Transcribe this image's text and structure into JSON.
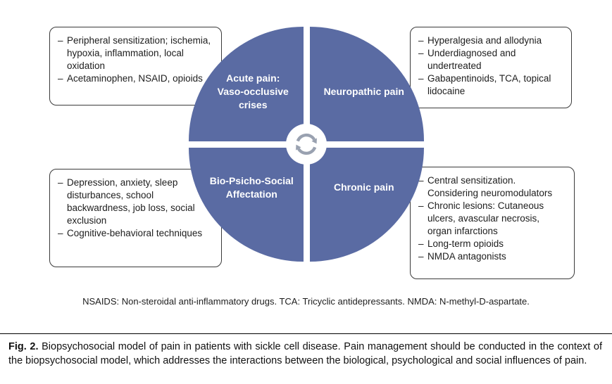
{
  "ui": {
    "dash": "–"
  },
  "colors": {
    "quadrant_blue": "#5a6ba3",
    "icon_gray": "#99a1b0"
  },
  "quadrants": {
    "acute": {
      "label": "Acute pain:\nVaso-occlusive\ncrises"
    },
    "neuropathic": {
      "label": "Neuropathic pain"
    },
    "biopsychosocial": {
      "label": "Bio-Psicho-Social\nAffectation"
    },
    "chronic": {
      "label": "Chronic pain"
    }
  },
  "boxes": {
    "top_left": {
      "items": [
        "Peripheral sensitization; ischemia, hypoxia, inflammation, local oxidation",
        "Acetaminophen, NSAID, opioids"
      ]
    },
    "top_right": {
      "items": [
        "Hyperalgesia and allodynia",
        "Underdiagnosed and undertreated",
        "Gabapentinoids, TCA, topical lidocaine"
      ]
    },
    "bottom_left": {
      "items": [
        "Depression, anxiety, sleep disturbances, school backwardness, job loss, social exclusion",
        "Cognitive-behavioral techniques"
      ]
    },
    "bottom_right": {
      "items": [
        "Central sensitization. Considering neuromodulators",
        "Chronic lesions: Cutaneous ulcers, avascular necrosis, organ infarctions",
        "Long-term opioids",
        "NMDA antagonists"
      ]
    }
  },
  "footnote": "NSAIDS: Non-steroidal anti-inflammatory drugs. TCA: Tricyclic antidepressants. NMDA: N-methyl-D-aspartate.",
  "caption": {
    "label": "Fig. 2.",
    "text": "Biopsychosocial model of pain in patients with sickle cell disease. Pain management should be conducted in the context of the biopsychosocial model, which addresses the interactions between the biological, psychological and social influences of pain."
  }
}
